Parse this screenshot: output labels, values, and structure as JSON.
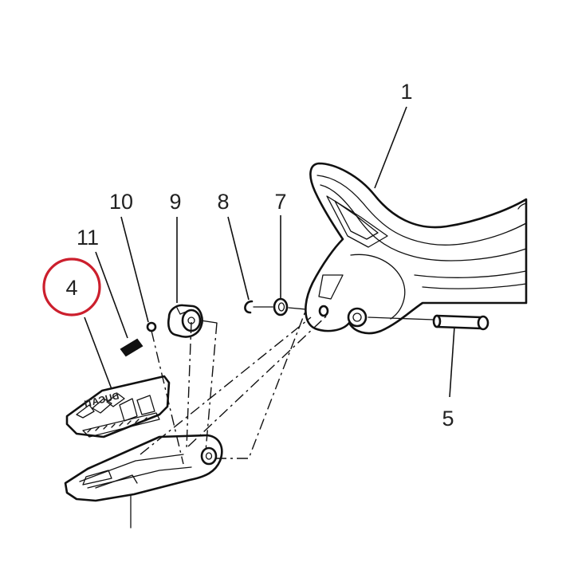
{
  "diagram": {
    "highlight_color": "#cc1f2d",
    "line_color": "#111111",
    "brand_marking": "DUCATI",
    "highlighted_part": "4",
    "parts": [
      {
        "id": "p1",
        "label": "1"
      },
      {
        "id": "p4",
        "label": "4"
      },
      {
        "id": "p5",
        "label": "5"
      },
      {
        "id": "p7",
        "label": "7"
      },
      {
        "id": "p8",
        "label": "8"
      },
      {
        "id": "p9",
        "label": "9"
      },
      {
        "id": "p10",
        "label": "10"
      },
      {
        "id": "p11",
        "label": "11"
      }
    ]
  }
}
